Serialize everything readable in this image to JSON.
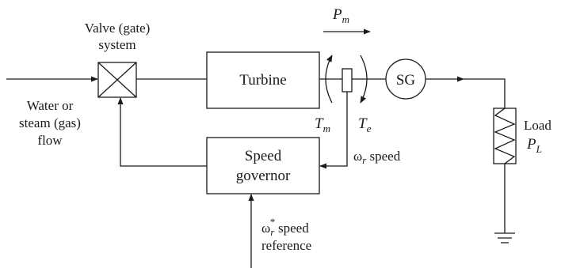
{
  "valve_label": [
    "Valve (gate)",
    "system"
  ],
  "input_flow_label": [
    "Water or",
    "steam (gas)",
    "flow"
  ],
  "turbine_label": "Turbine",
  "generator_label": "SG",
  "governor_label": [
    "Speed",
    "governor"
  ],
  "load_label": "Load",
  "power_mech": {
    "symbol": "P",
    "sub": "m"
  },
  "torque_mech": {
    "symbol": "T",
    "sub": "m"
  },
  "torque_elec": {
    "symbol": "T",
    "sub": "e"
  },
  "load_power": {
    "symbol": "P",
    "sub": "L"
  },
  "speed_feedback": {
    "symbol": "ω",
    "sub": "r",
    "text": " speed"
  },
  "speed_reference": {
    "symbol": "ω",
    "sub": "r",
    "sup": "*",
    "text": " speed",
    "line2": "reference"
  }
}
